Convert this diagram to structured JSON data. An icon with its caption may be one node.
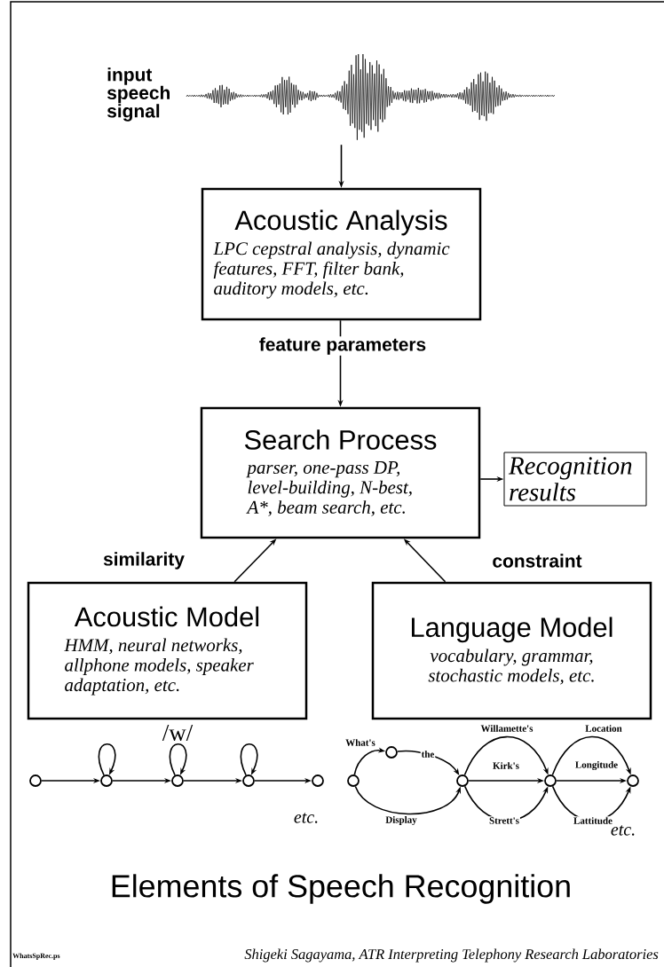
{
  "diagram": {
    "title": "Elements of Speech Recognition",
    "nodes": [
      {
        "text": [],
        "shape": "picture",
        "beside": [
          "input speech signal"
        ]
      },
      {
        "text": [
          "Acoustic Analysis",
          "LPC cepstral analysis, dynamic features, FFT, filter bank, auditory models, etc."
        ]
      },
      {
        "text": [
          "Search Process",
          "parser, one-pass DP, level-building, N-best, A*, beam search, etc."
        ]
      },
      {
        "text": [
          "Recognition results"
        ]
      },
      {
        "text": [
          "Acoustic Model",
          "HMM, neural networks, allphone models, speaker adaptation, etc."
        ]
      },
      {
        "text": [
          "Language Model",
          "vocabulary, grammar, stochastic models, etc."
        ]
      },
      {
        "text": [],
        "shape": "circle"
      },
      {
        "text": [],
        "shape": "circle"
      },
      {
        "text": [],
        "shape": "circle"
      },
      {
        "text": [],
        "shape": "circle"
      },
      {
        "text": [],
        "shape": "circle"
      },
      {
        "text": [],
        "shape": "circle"
      },
      {
        "text": [],
        "shape": "circle"
      },
      {
        "text": [],
        "shape": "circle"
      },
      {
        "text": [],
        "shape": "circle"
      },
      {
        "text": [],
        "shape": "circle"
      }
    ],
    "edges": [
      {
        "from": 0,
        "to": 1,
        "arrow": "to"
      },
      {
        "from": 1,
        "to": 2,
        "arrow": "to",
        "label": "feature parameters"
      },
      {
        "from": 2,
        "to": 3,
        "arrow": "to"
      },
      {
        "from": 4,
        "to": 2,
        "arrow": "to",
        "label": "similarity"
      },
      {
        "from": 5,
        "to": 2,
        "arrow": "to",
        "label": "constraint"
      },
      {
        "from": 6,
        "to": 7,
        "arrow": "to"
      },
      {
        "from": 7,
        "to": 7,
        "arrow": "to"
      },
      {
        "from": 7,
        "to": 8,
        "arrow": "to"
      },
      {
        "from": 8,
        "to": 8,
        "arrow": "to"
      },
      {
        "from": 8,
        "to": 9,
        "arrow": "to"
      },
      {
        "from": 9,
        "to": 9,
        "arrow": "to"
      },
      {
        "from": 9,
        "to": 10,
        "arrow": "to"
      },
      {
        "from": 11,
        "to": 12,
        "arrow": "to",
        "label": "What's"
      },
      {
        "from": 12,
        "to": 13,
        "arrow": "to",
        "label": "the"
      },
      {
        "from": 11,
        "to": 13,
        "arrow": "to",
        "label": "Display"
      },
      {
        "from": 13,
        "to": 14,
        "arrow": "to",
        "label": "Willamette's"
      },
      {
        "from": 13,
        "to": 14,
        "arrow": "to",
        "label": "Kirk's"
      },
      {
        "from": 13,
        "to": 14,
        "arrow": "to",
        "label": "Strett's"
      },
      {
        "from": 14,
        "to": 15,
        "arrow": "to",
        "label": "Location"
      },
      {
        "from": 14,
        "to": 15,
        "arrow": "to",
        "label": "Longitude"
      },
      {
        "from": 14,
        "to": 15,
        "arrow": "to",
        "label": "Lattitude"
      }
    ],
    "labels": [
      "/w/",
      "etc.",
      "etc.",
      "WhatsSpRec.ps",
      "Shigeki Sagayama, ATR Interpreting Telephony Research Laboratories"
    ]
  }
}
